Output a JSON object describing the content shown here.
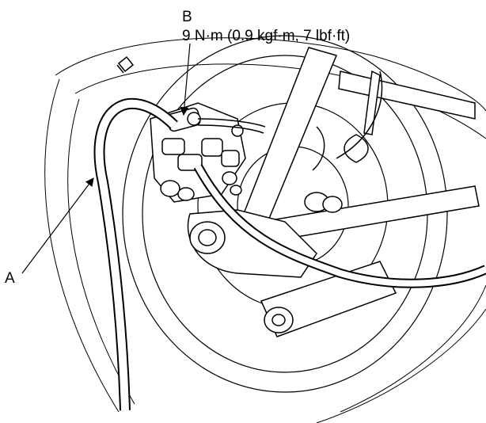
{
  "callouts": {
    "a": {
      "letter": "A"
    },
    "b": {
      "letter": "B",
      "torque": "9 N·m (0.9 kgf·m, 7 lbf·ft)"
    }
  },
  "colors": {
    "ink": "#000000",
    "paper": "#ffffff"
  }
}
